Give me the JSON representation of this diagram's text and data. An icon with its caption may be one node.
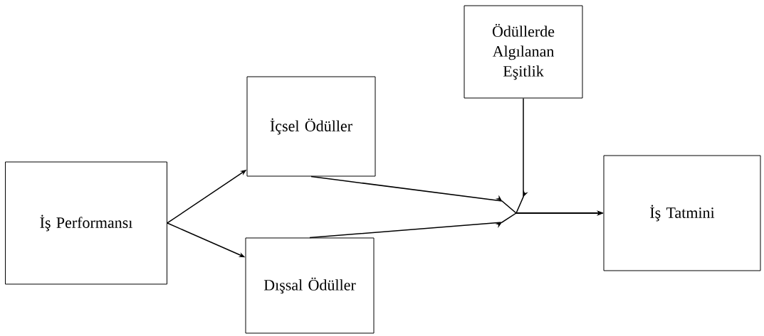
{
  "diagram": {
    "nodes": [
      {
        "text": [
          "İş Performansı"
        ]
      },
      {
        "text": [
          "İçsel Ödüller"
        ]
      },
      {
        "text": [
          "Dışsal Ödüller"
        ]
      },
      {
        "text": [
          "Ödüllerde Algılanan Eşitlik"
        ]
      },
      {
        "text": [
          "İş Tatmini"
        ]
      }
    ],
    "edges": [
      {
        "from": 0,
        "to": 1,
        "arrow": "to"
      },
      {
        "from": 0,
        "to": 2,
        "arrow": "to"
      },
      {
        "from": 1,
        "to": 4,
        "arrow": "to"
      },
      {
        "from": 2,
        "to": 4,
        "arrow": "to"
      },
      {
        "from": 3,
        "to": 4,
        "arrow": "to"
      }
    ]
  }
}
